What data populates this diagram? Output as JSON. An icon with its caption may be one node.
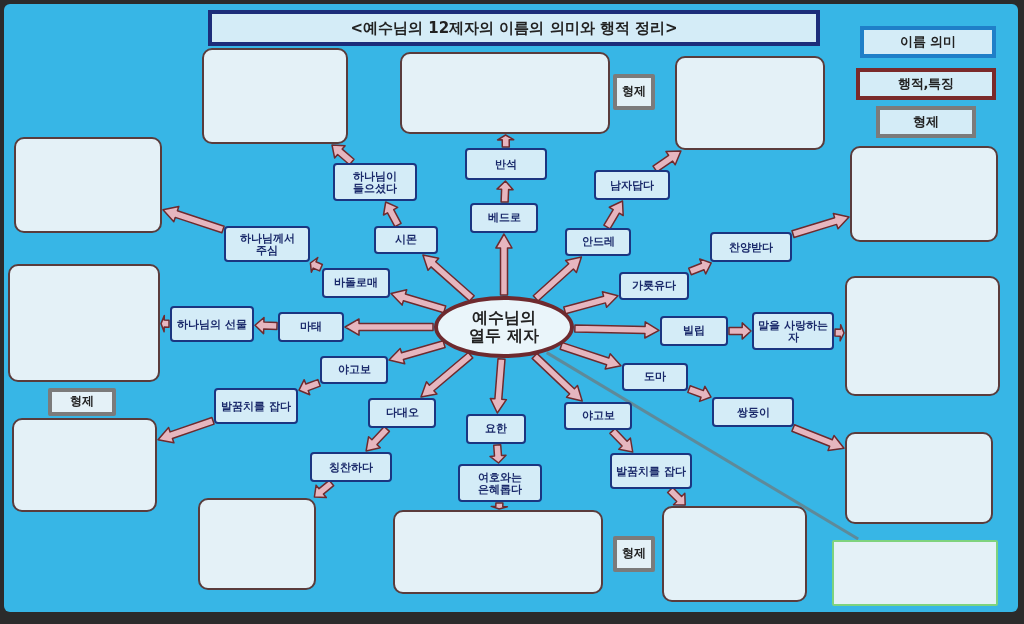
{
  "diagram": {
    "title": "<예수님의 12제자의 이름의 의미와 행적 정리>",
    "nodes": [
      {
        "text": [
          "예수님의 열두 제자"
        ]
      },
      {
        "text": [
          "베드로"
        ]
      },
      {
        "text": [
          "안드레"
        ]
      },
      {
        "text": [
          "가룟유다"
        ]
      },
      {
        "text": [
          "빌립"
        ]
      },
      {
        "text": [
          "도마"
        ]
      },
      {
        "text": [
          "야고보"
        ]
      },
      {
        "text": [
          "요한"
        ]
      },
      {
        "text": [
          "다대오"
        ]
      },
      {
        "text": [
          "야고보"
        ]
      },
      {
        "text": [
          "마태"
        ]
      },
      {
        "text": [
          "바돌로매"
        ]
      },
      {
        "text": [
          "시몬"
        ]
      },
      {
        "text": [
          "반석"
        ]
      },
      {
        "text": [
          "남자답다"
        ]
      },
      {
        "text": [
          "찬양받다"
        ]
      },
      {
        "text": [
          "말을 사랑하는 자"
        ]
      },
      {
        "text": [
          "쌍둥이"
        ]
      },
      {
        "text": [
          "발꿈치를 잡다"
        ]
      },
      {
        "text": [
          "여호와는 은혜롭다"
        ]
      },
      {
        "text": [
          "칭찬하다"
        ]
      },
      {
        "text": [
          "발꿈치를 잡다"
        ]
      },
      {
        "text": [
          "하나님의 선물"
        ]
      },
      {
        "text": [
          "하나님께서 주심"
        ]
      },
      {
        "text": [
          "하나님이 들으셨다"
        ]
      },
      {
        "text": [],
        "shape": "box"
      },
      {
        "text": [],
        "shape": "box"
      },
      {
        "text": [],
        "shape": "box"
      },
      {
        "text": [],
        "shape": "box"
      },
      {
        "text": [],
        "shape": "box"
      },
      {
        "text": [],
        "shape": "box"
      },
      {
        "text": [],
        "shape": "box"
      },
      {
        "text": [],
        "shape": "box"
      },
      {
        "text": [],
        "shape": "box"
      },
      {
        "text": [],
        "shape": "box"
      },
      {
        "text": [],
        "shape": "box"
      },
      {
        "text": [],
        "shape": "box"
      },
      {
        "text": [],
        "shape": "box"
      },
      {
        "text": [
          "형제"
        ]
      },
      {
        "text": [
          "형제"
        ]
      },
      {
        "text": [
          "형제"
        ]
      }
    ],
    "edges": [
      {
        "from": 0,
        "to": 1,
        "arrow": "to"
      },
      {
        "from": 0,
        "to": 2,
        "arrow": "to"
      },
      {
        "from": 0,
        "to": 3,
        "arrow": "to"
      },
      {
        "from": 0,
        "to": 4,
        "arrow": "to"
      },
      {
        "from": 0,
        "to": 5,
        "arrow": "to"
      },
      {
        "from": 0,
        "to": 6,
        "arrow": "to"
      },
      {
        "from": 0,
        "to": 7,
        "arrow": "to"
      },
      {
        "from": 0,
        "to": 8,
        "arrow": "to"
      },
      {
        "from": 0,
        "to": 9,
        "arrow": "to"
      },
      {
        "from": 0,
        "to": 10,
        "arrow": "to"
      },
      {
        "from": 0,
        "to": 11,
        "arrow": "to"
      },
      {
        "from": 0,
        "to": 12,
        "arrow": "to"
      },
      {
        "from": 1,
        "to": 13,
        "arrow": "to"
      },
      {
        "from": 2,
        "to": 14,
        "arrow": "to"
      },
      {
        "from": 3,
        "to": 15,
        "arrow": "to"
      },
      {
        "from": 4,
        "to": 16,
        "arrow": "to"
      },
      {
        "from": 5,
        "to": 17,
        "arrow": "to"
      },
      {
        "from": 6,
        "to": 18,
        "arrow": "to"
      },
      {
        "from": 7,
        "to": 19,
        "arrow": "to"
      },
      {
        "from": 8,
        "to": 20,
        "arrow": "to"
      },
      {
        "from": 9,
        "to": 21,
        "arrow": "to"
      },
      {
        "from": 10,
        "to": 22,
        "arrow": "to"
      },
      {
        "from": 11,
        "to": 23,
        "arrow": "to"
      },
      {
        "from": 12,
        "to": 24,
        "arrow": "to"
      },
      {
        "from": 13,
        "to": 26,
        "arrow": "to"
      },
      {
        "from": 14,
        "to": 27,
        "arrow": "to"
      },
      {
        "from": 15,
        "to": 28,
        "arrow": "to"
      },
      {
        "from": 16,
        "to": 29,
        "arrow": "to"
      },
      {
        "from": 17,
        "to": 30,
        "arrow": "to"
      },
      {
        "from": 18,
        "to": 31,
        "arrow": "to"
      },
      {
        "from": 19,
        "to": 32,
        "arrow": "to"
      },
      {
        "from": 20,
        "to": 33,
        "arrow": "to"
      },
      {
        "from": 21,
        "to": 34,
        "arrow": "to"
      },
      {
        "from": 22,
        "to": 35,
        "arrow": "to"
      },
      {
        "from": 23,
        "to": 36,
        "arrow": "to"
      },
      {
        "from": 24,
        "to": 25,
        "arrow": "to"
      },
      {
        "from": 0,
        "to": 37,
        "arrow": "none",
        "color": "#5e8a9a"
      }
    ],
    "legend": [
      {
        "text": "이름 의미"
      },
      {
        "text": "행적,특징"
      },
      {
        "text": "형제"
      }
    ]
  }
}
